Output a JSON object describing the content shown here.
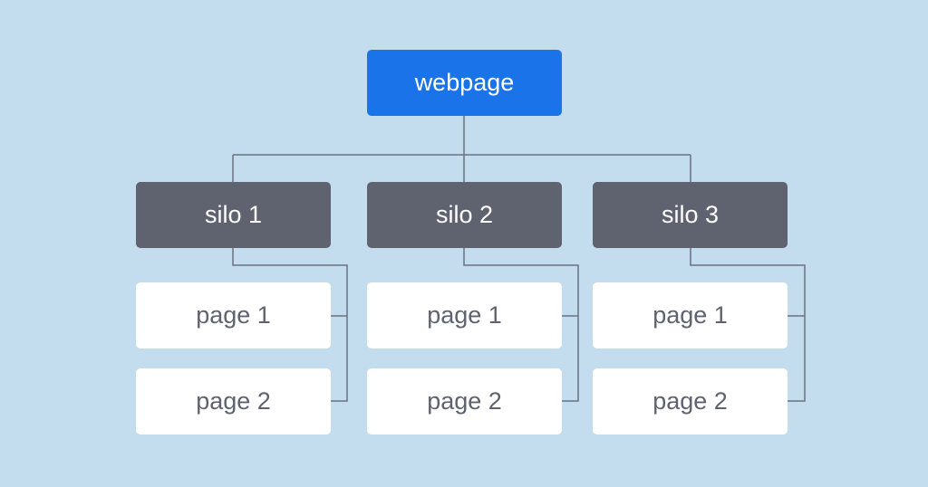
{
  "root": {
    "label": "webpage"
  },
  "silos": [
    {
      "label": "silo 1",
      "pages": [
        "page 1",
        "page 2"
      ]
    },
    {
      "label": "silo 2",
      "pages": [
        "page 1",
        "page 2"
      ]
    },
    {
      "label": "silo 3",
      "pages": [
        "page 1",
        "page 2"
      ]
    }
  ],
  "colors": {
    "background": "#c3ddef",
    "root": "#1a73e8",
    "silo": "#5f6370",
    "page": "#ffffff",
    "connector": "#6b7280"
  }
}
